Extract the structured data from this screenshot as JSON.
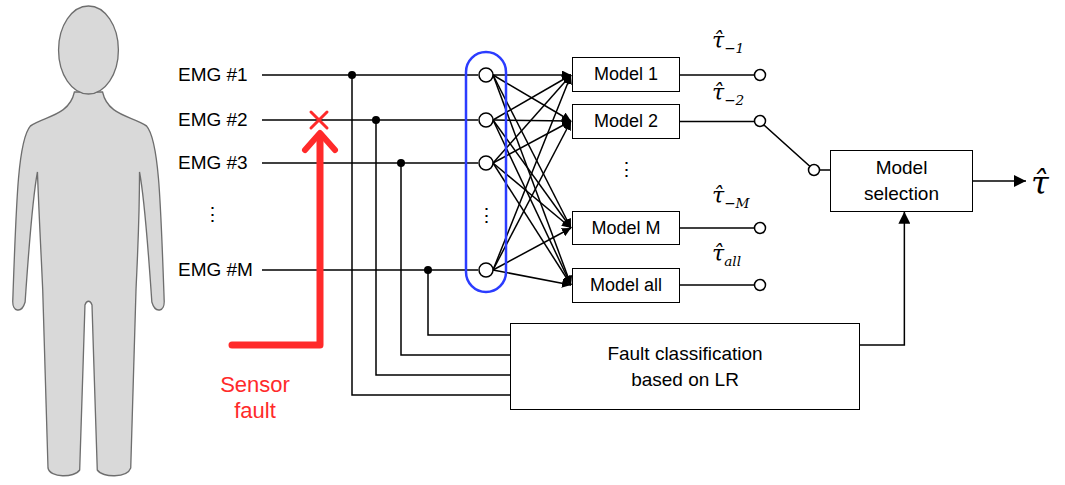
{
  "diagram": {
    "nodes": [
      {
        "text": [
          "Model 1"
        ]
      },
      {
        "text": [
          "Model 2"
        ]
      },
      {
        "text": [
          "Model M"
        ]
      },
      {
        "text": [
          "Model all"
        ]
      },
      {
        "text": [
          "Model selection"
        ]
      },
      {
        "text": [
          "Fault classification based on LR"
        ]
      }
    ],
    "edges": [
      {
        "from": 5,
        "to": 4,
        "arrow": "to"
      },
      {
        "from": 1,
        "to": 4,
        "arrow": "none"
      }
    ],
    "labels": [
      "EMG #1",
      "EMG #2",
      "EMG #3",
      "⋮",
      "EMG #M",
      "⋮",
      "⋮",
      "τ̂−1",
      "τ̂−2",
      "τ̂−M",
      "τ̂all",
      "τ̂",
      "Sensor fault"
    ]
  }
}
